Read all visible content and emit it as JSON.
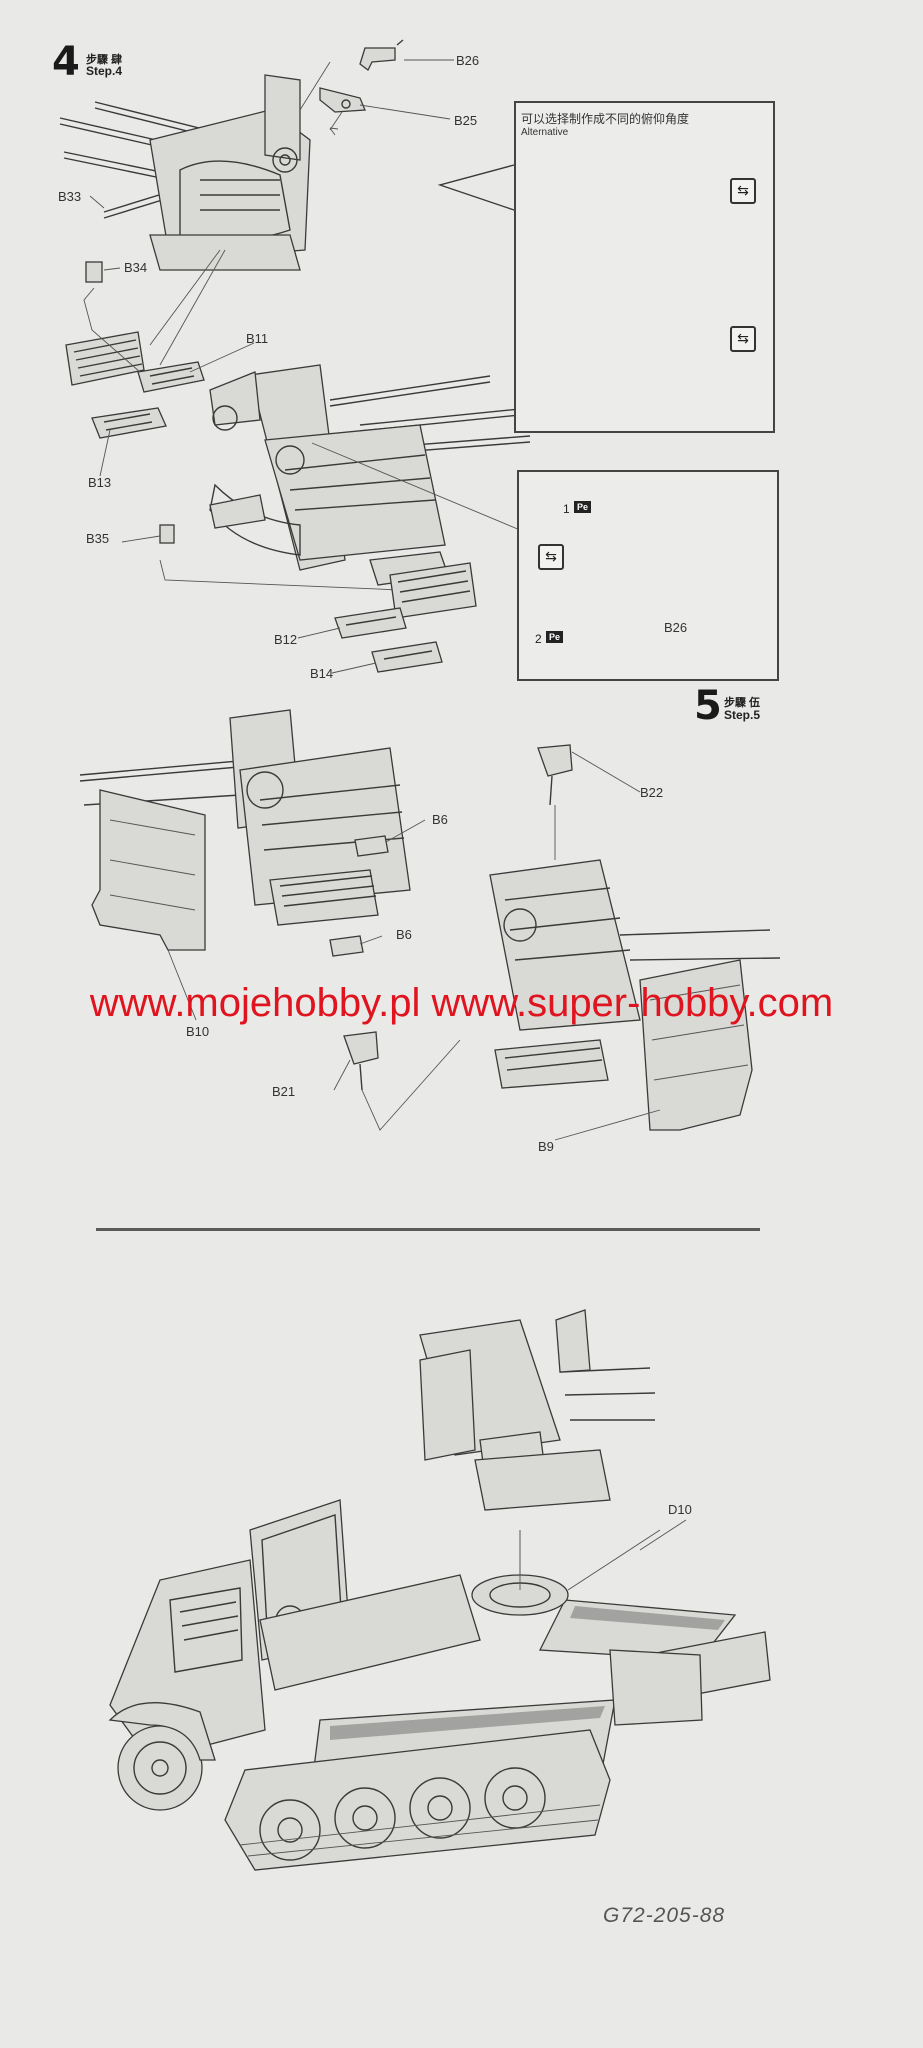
{
  "step4": {
    "number": "4",
    "cn": "步驟 肆",
    "en": "Step.4"
  },
  "step5": {
    "number": "5",
    "cn": "步驟 伍",
    "en": "Step.5"
  },
  "alternative": {
    "cn": "可以选择制作成不同的俯仰角度",
    "en": "Alternative"
  },
  "pe_options": [
    {
      "num": "1",
      "badge": "Pe"
    },
    {
      "num": "2",
      "badge": "Pe"
    }
  ],
  "swap_icon": "⇆",
  "labels": {
    "B26": "B26",
    "B25": "B25",
    "B33": "B33",
    "B34": "B34",
    "B11": "B11",
    "B13": "B13",
    "B35": "B35",
    "B12": "B12",
    "B14": "B14",
    "B26_detail": "B26",
    "B22": "B22",
    "B6a": "B6",
    "B6b": "B6",
    "B10": "B10",
    "B21": "B21",
    "B9": "B9",
    "D10": "D10"
  },
  "watermark": "www.mojehobby.pl www.super-hobby.com",
  "code": "G72-205-88",
  "icons": {
    "swap": "swap-arrows-icon",
    "pe": "photo-etch-handwheel-icon"
  }
}
